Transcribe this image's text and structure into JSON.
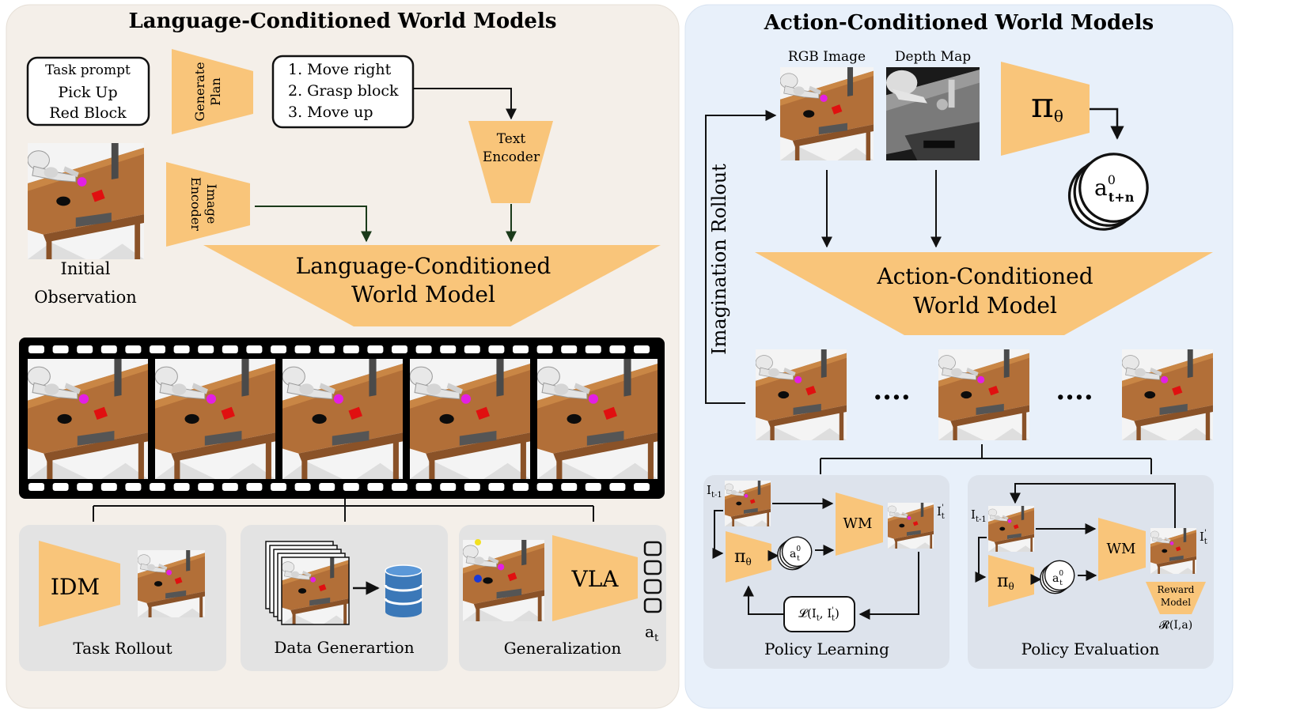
{
  "left_panel": {
    "title": "Language-Conditioned World Models",
    "task_prompt": {
      "label": "Task prompt",
      "line1": "Pick Up",
      "line2": "Red Block"
    },
    "generate_plan": {
      "line1": "Generate",
      "line2": "Plan"
    },
    "plan_steps": [
      "1. Move right",
      "2. Grasp block",
      "3. Move up"
    ],
    "text_encoder": {
      "line1": "Text",
      "line2": "Encoder"
    },
    "image_encoder": {
      "line1": "Image",
      "line2": "Encoder"
    },
    "initial_observation": {
      "line1": "Initial",
      "line2": "Observation"
    },
    "world_model": {
      "line1": "Language-Conditioned",
      "line2": "World Model"
    },
    "task_rollout": {
      "label": "Task Rollout",
      "model": "IDM"
    },
    "data_generation": {
      "label": "Data Generartion"
    },
    "generalization": {
      "label": "Generalization",
      "model": "VLA",
      "action": "a",
      "action_sub": "t"
    }
  },
  "right_panel": {
    "title": "Action-Conditioned World Models",
    "rgb_label": "RGB Image",
    "depth_label": "Depth Map",
    "policy": {
      "symbol": "π",
      "sub": "θ"
    },
    "action_chunk": {
      "base": "a",
      "sup": "0",
      "sub": "t+n"
    },
    "imagination_rollout": "Imagination Rollout",
    "world_model": {
      "line1": "Action-Conditioned",
      "line2": "World Model"
    },
    "dots": "....",
    "policy_learning": {
      "label": "Policy Learning",
      "wm": "WM",
      "input": "I",
      "input_sub": "t-1",
      "output": "I",
      "output_sup": "'",
      "output_sub": "t",
      "action": "a",
      "action_sup": "0",
      "action_sub": "t",
      "loss": "𝓛(I",
      "loss_sub1": "t",
      "loss_mid": ", I",
      "loss_sup": "'",
      "loss_sub2": "t",
      "loss_end": ")"
    },
    "policy_evaluation": {
      "label": "Policy Evaluation",
      "wm": "WM",
      "input": "I",
      "input_sub": "t-1",
      "output": "I",
      "output_sup": "'",
      "output_sub": "t",
      "reward_line1": "Reward",
      "reward_line2": "Model",
      "reward_fn": "𝓡(I,a)"
    }
  },
  "colors": {
    "left_bg": "#f4efe9",
    "right_bg": "#e8f0fa",
    "sub_bg": "#e3e3e3",
    "accent": "#f9c57a",
    "arrow_green": "#1a3a1a",
    "wood": "#b0703a",
    "db_blue": "#3b78b8"
  }
}
